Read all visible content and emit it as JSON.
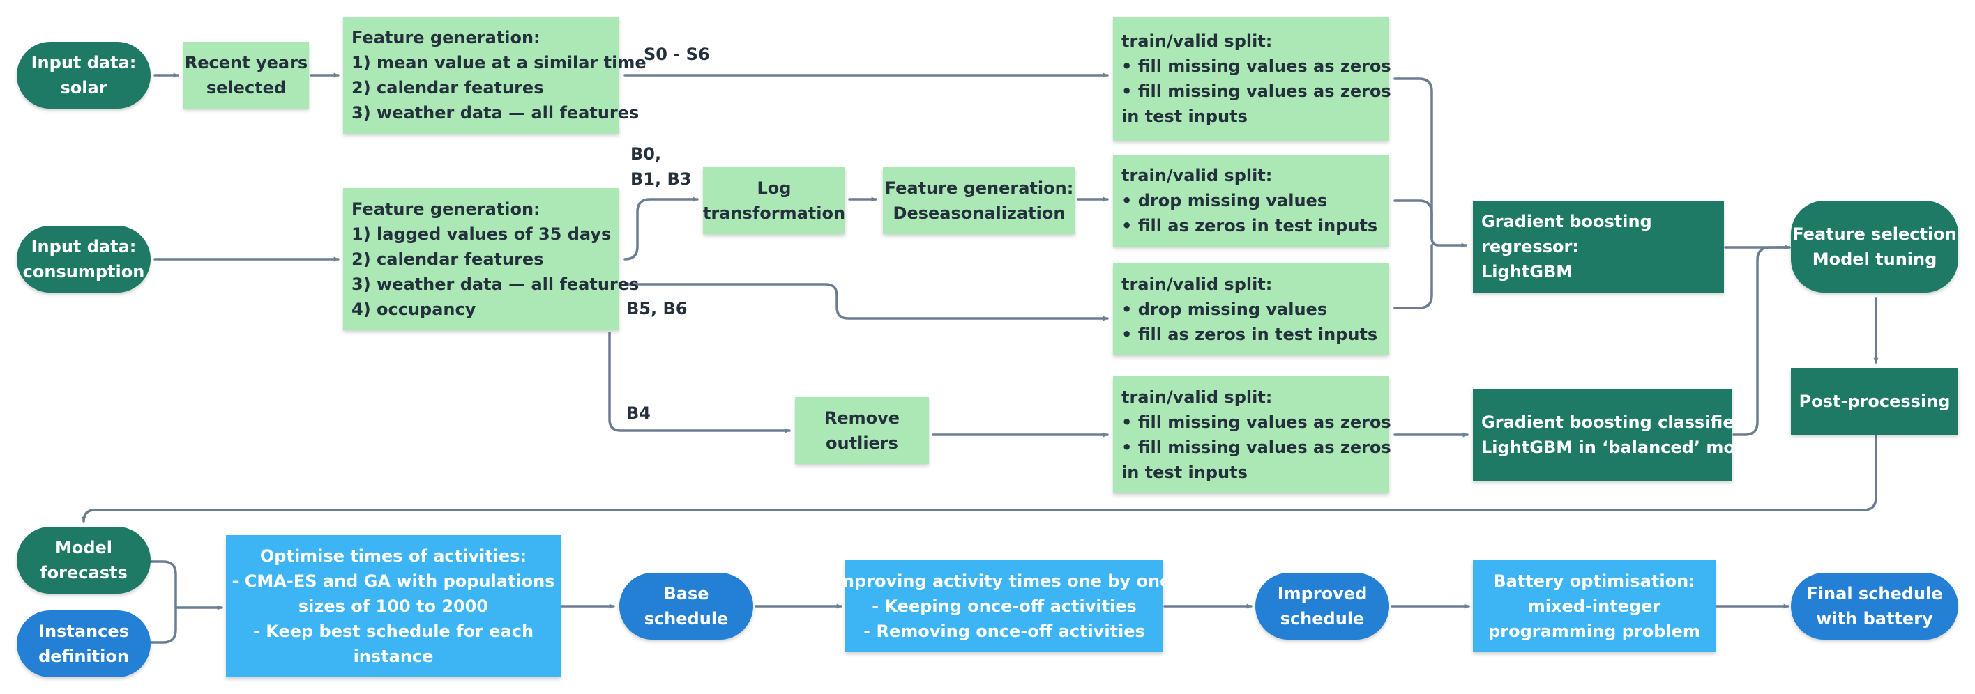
{
  "colors": {
    "light_green": "#abe8b5",
    "dark_green": "#1e7a64",
    "light_blue": "#3db4f4",
    "dark_blue": "#2480d4",
    "connector": "#6b7d90",
    "text_dark": "#24313d"
  },
  "nodes": {
    "input_solar": [
      "Input data:",
      "solar"
    ],
    "recent_years": [
      "Recent years",
      "selected"
    ],
    "fg_solar": [
      "Feature generation:",
      "1) mean value at a similar time",
      "2) calendar features",
      "3) weather data — all features"
    ],
    "split_s": [
      "train/valid split:",
      "• fill missing values as zeros",
      "• fill missing values as zeros",
      "in test inputs"
    ],
    "input_consumption": [
      "Input data:",
      "consumption"
    ],
    "fg_consumption": [
      "Feature generation:",
      "1) lagged values of 35 days",
      "2) calendar features",
      "3) weather data — all features",
      "4) occupancy"
    ],
    "log_transform": [
      "Log",
      "transformation"
    ],
    "deseason": [
      "Feature generation:",
      "Deseasonalization"
    ],
    "split_b013": [
      "train/valid split:",
      "• drop missing values",
      "• fill as zeros in test inputs"
    ],
    "split_b56": [
      "train/valid split:",
      "• drop missing values",
      "• fill as zeros in test inputs"
    ],
    "gb_regressor": [
      "Gradient boosting",
      "regressor:",
      "LightGBM"
    ],
    "feature_selection": [
      "Feature selection",
      "Model tuning"
    ],
    "remove_outliers": [
      "Remove",
      "outliers"
    ],
    "split_b4": [
      "train/valid split:",
      "• fill missing values as zeros",
      "• fill missing values as zeros",
      "in test inputs"
    ],
    "gb_classifier": [
      "Gradient boosting classifier:",
      "LightGBM in ‘balanced’ mode"
    ],
    "post_processing": [
      "Post-processing"
    ],
    "model_forecasts": [
      "Model",
      "forecasts"
    ],
    "instances_definition": [
      "Instances",
      "definition"
    ],
    "optimise_times": [
      "Optimise  times of activities:",
      "- CMA-ES and GA with populations",
      "sizes of 100 to 2000",
      "- Keep best schedule for each",
      "instance"
    ],
    "base_schedule": [
      "Base",
      "schedule"
    ],
    "improving_times": [
      "Improving activity times one by one:",
      "- Keeping once-off activities",
      "- Removing once-off activities"
    ],
    "improved_schedule": [
      "Improved",
      "schedule"
    ],
    "battery_opt": [
      "Battery optimisation:",
      "mixed-integer",
      "programming problem"
    ],
    "final_schedule": [
      "Final schedule",
      "with battery"
    ]
  },
  "edge_labels": {
    "s0_s6": "S0 - S6",
    "b0": "B0,",
    "b1_b3": "B1, B3",
    "b5_b6": "B5, B6",
    "b4": "B4"
  }
}
